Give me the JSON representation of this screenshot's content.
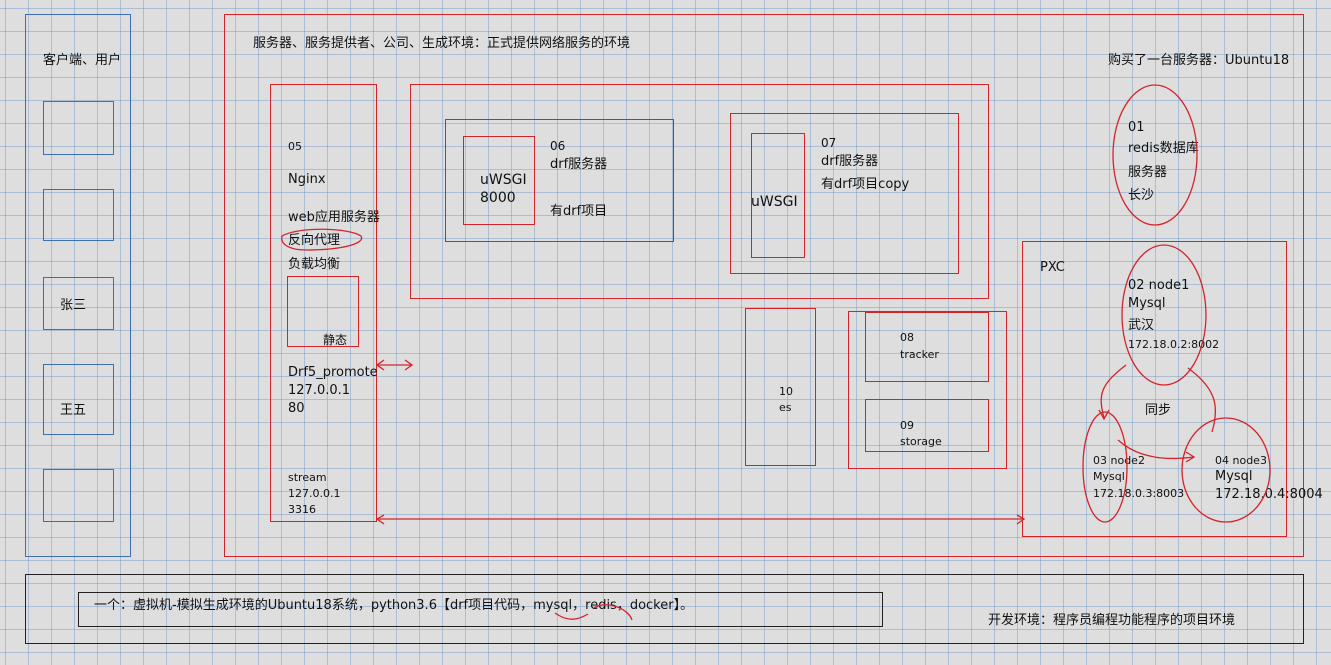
{
  "client": {
    "title": "客户端、用户",
    "users": [
      "",
      "",
      "张三",
      "王五",
      ""
    ]
  },
  "server": {
    "title": "服务器、服务提供者、公司、生成环境：正式提供网络服务的环境",
    "purchase": "购买了一台服务器：Ubuntu18"
  },
  "nginx": {
    "num": "05",
    "name": "Nginx",
    "roles": [
      "web应用服务器",
      "反向代理",
      "负载均衡"
    ],
    "static_label": "静态",
    "promote": [
      "Drf5_promote",
      "127.0.0.1",
      "80"
    ],
    "stream": [
      "stream",
      "127.0.0.1",
      "3316"
    ]
  },
  "drf06": {
    "uwsgi": [
      "uWSGI",
      "8000"
    ],
    "num": "06",
    "title": "drf服务器",
    "note": "有drf项目"
  },
  "drf07": {
    "uwsgi": "uWSGI",
    "num": "07",
    "title": "drf服务器",
    "note": "有drf项目copy"
  },
  "redis": {
    "lines": [
      "01",
      "redis数据库",
      "服务器",
      "长沙"
    ]
  },
  "es": {
    "num": "10",
    "name": "es"
  },
  "fastdfs": {
    "tracker": [
      "08",
      "tracker"
    ],
    "storage": [
      "09",
      "storage"
    ]
  },
  "pxc": {
    "label": "PXC",
    "node1": [
      "02 node1",
      "Mysql",
      "武汉",
      "172.18.0.2:8002"
    ],
    "sync": "同步",
    "node2": [
      "03 node2",
      "Mysql",
      "172.18.0.3:8003"
    ],
    "node3": [
      "04 node3",
      "Mysql",
      "172.18.0.4:8004"
    ]
  },
  "dev": {
    "vm_text": "一个：虚拟机-模拟生成环境的Ubuntu18系统，python3.6【drf项目代码，mysql，redis，docker】。",
    "env_label": "开发环境：程序员编程功能程序的项目环境"
  },
  "colors": {
    "red": "#d4242b",
    "blue": "#3d6fb3",
    "black": "#222222",
    "background": "#dedede"
  }
}
